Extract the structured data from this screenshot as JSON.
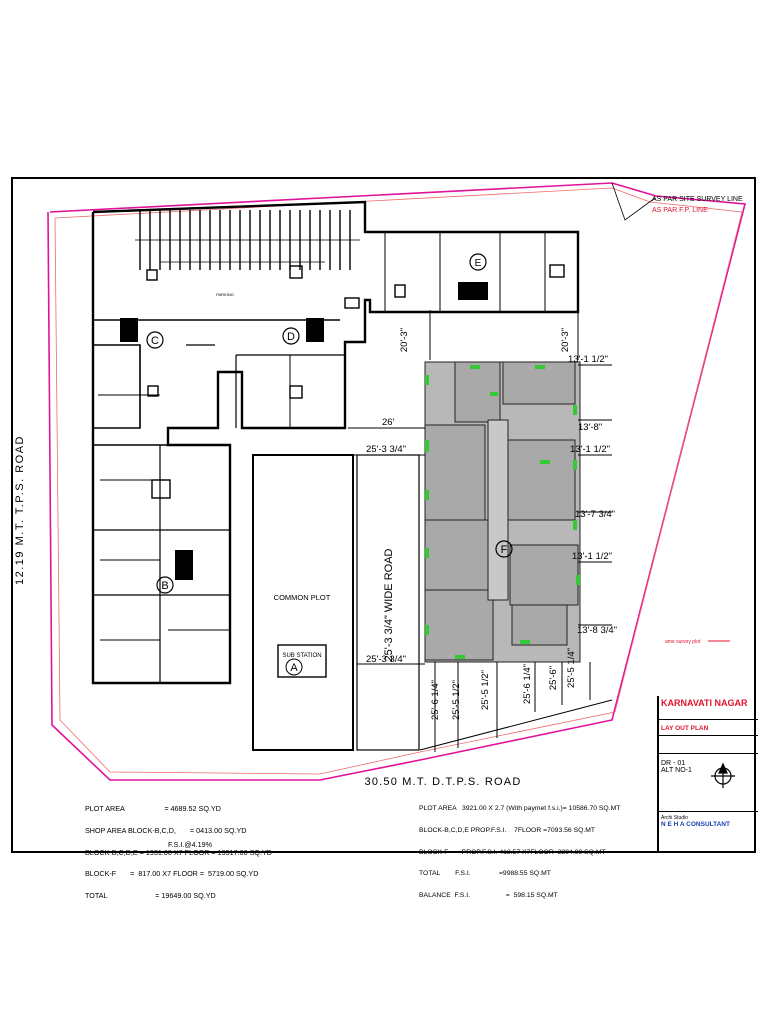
{
  "drawing": {
    "road_left": "12.19 M.T. T.P.S. ROAD",
    "road_bottom": "30.50 M.T. D.T.P.S. ROAD",
    "survey_line": "AS PAR SITE SURVEY LINE",
    "fp_line": "AS PAR F.P. LINE",
    "inner_road": "25'-3 3/4\" WIDE ROAD",
    "common_plot": "COMMON PLOT",
    "substation": "SUB STATION",
    "parking": "PARKING",
    "legend": "ame survey plot",
    "blocks": {
      "a": "A",
      "b": "B",
      "c": "C",
      "d": "D",
      "e": "E",
      "f": "F"
    },
    "dims": {
      "d1": "20'-3\"",
      "d2": "20'-3\"",
      "d3": "13'-1 1/2\"",
      "d4": "13'-8\"",
      "d5": "13'-1 1/2\"",
      "d6": "13'-7 3/4\"",
      "d7": "13'-1 1/2\"",
      "d8": "13'-8 3/4\"",
      "d9": "26'",
      "d10": "25'-3 3/4\"",
      "d11": "25'-3 3/4\"",
      "d12": "25'-6 1/4\"",
      "d13": "25'-5 1/2\"",
      "d14": "25'-5 1/2\"",
      "d15": "25'-6 1/4\"",
      "d16": "25'-6\"",
      "d17": "25'-5 1/4\""
    }
  },
  "stats_left": {
    "rows": [
      "PLOT AREA                    = 4689.52 SQ.YD",
      "SHOP AREA BLOCK-B,C,D,       = 0413.00 SQ.YD",
      "BLOCK-B,C,D,E = 1931.00 X7 FLOOR = 13517.00 SQ.YD",
      "BLOCK-F       =  817.00 X7 FLOOR =  5719.00 SQ.YD",
      "TOTAL                        = 19649.00 SQ.YD"
    ],
    "fsi": "F.S.I.@4.19%"
  },
  "stats_right": {
    "rows": [
      "PLOT AREA   3921.00 X 2.7 (With paymet f.s.i.)= 10586.70 SQ.MT",
      "BLOCK-B,C,D,E PROP.F.S.I.    7FLOOR =7093.56 SQ.MT",
      "BLOCK-F       PROP.F.S.I. 413.57 X7FLOOR=2894.99 SQ.MT",
      "TOTAL        F.S.I.               =9988.55 SQ.MT",
      "BALANCE  F.S.I.                   =  598.15 SQ.MT"
    ]
  },
  "title_block": {
    "project": "KARNAVATI NAGAR",
    "drawing_title": "LAY OUT PLAN",
    "sheet_no": "DR - 01",
    "alt_no": "ALT NO-1",
    "studio": "Archi Studio",
    "consultant": "N E H A   CONSULTANT"
  },
  "colors": {
    "boundary": "#e0129a",
    "fp_line": "#f06a6a",
    "block_fill": "#b8b8b8",
    "accent_green": "#37c837",
    "title_red": "#e0142e"
  }
}
